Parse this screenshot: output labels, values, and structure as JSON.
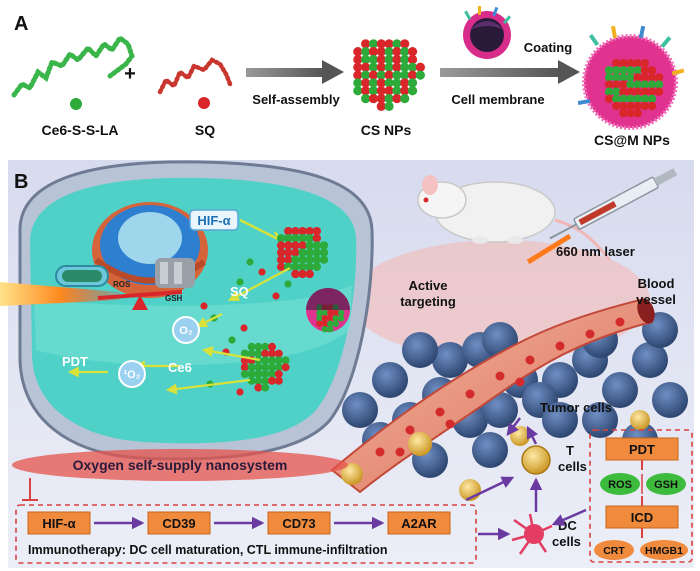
{
  "panel_a": {
    "label": "A",
    "ce6": "Ce6-S-S-LA",
    "plus": "+",
    "sq": "SQ",
    "self_assembly": "Self-assembly",
    "cs": "CS NPs",
    "coating": "Coating",
    "cell_membrane": "Cell membrane",
    "csm": "CS@M NPs"
  },
  "panel_b": {
    "label": "B",
    "hif_cell": "HIF-α",
    "ros": "ROS",
    "gsh": "GSH",
    "sq": "SQ",
    "o2_1": "O₂",
    "o2_2": "¹O₂",
    "pdt": "PDT",
    "ce6": "Ce6",
    "laser": "660 nm laser",
    "active_targeting_1": "Active",
    "active_targeting_2": "targeting",
    "blood_1": "Blood",
    "blood_2": "vessel",
    "tumor_cells": "Tumor cells",
    "t_cells_1": "T",
    "t_cells_2": "cells",
    "dc_cells_1": "DC",
    "dc_cells_2": "cells",
    "oxygen_banner": "Oxygen self-supply nanosystem",
    "pathway": [
      "HIF-α",
      "CD39",
      "CD73",
      "A2AR"
    ],
    "immunotherapy": "Immunotherapy: DC cell maturation, CTL immune-infiltration",
    "right_box": {
      "pdt": "PDT",
      "ros": "ROS",
      "gsh": "GSH",
      "icd": "ICD",
      "crt": "CRT",
      "hmgb1": "HMGB1"
    }
  },
  "colors": {
    "green": "#2eaa3a",
    "red": "#d8262a",
    "pink": "#e2308f",
    "orange_box": "#f08a3c",
    "dashed_red": "#d9423f",
    "banner_red": "#e5534b",
    "arrow_purple": "#6a3aa0",
    "cytoplasm": "#4fd1c7",
    "tumor_blue": "#3e5f8e"
  }
}
